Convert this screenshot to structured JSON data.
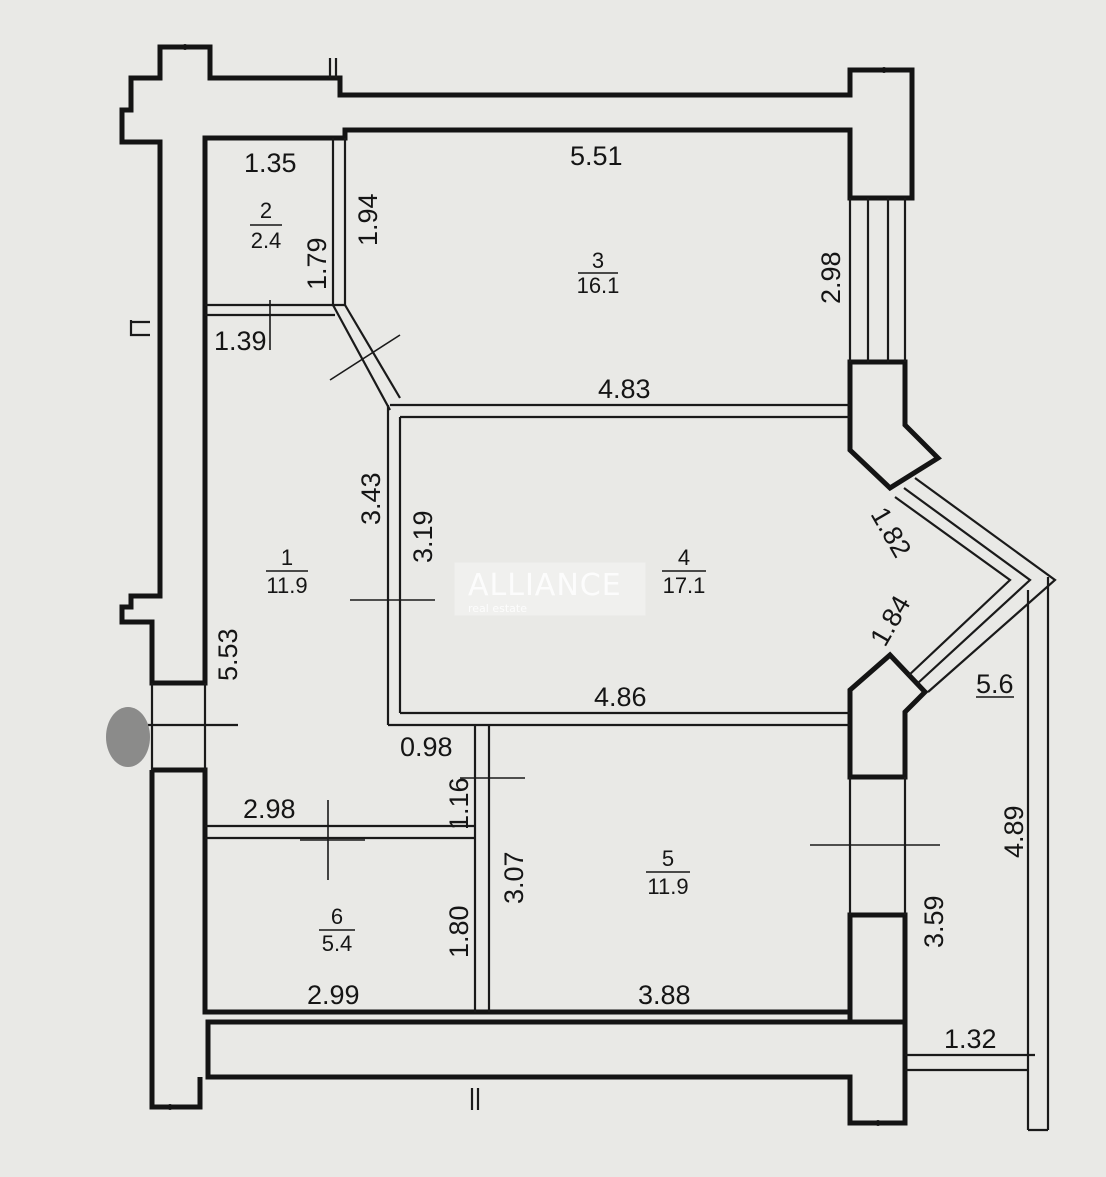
{
  "watermark": {
    "brand": "ALLIANCE",
    "tagline": "real estate"
  },
  "rooms": [
    {
      "number": "1",
      "area": "11.9"
    },
    {
      "number": "2",
      "area": "2.4"
    },
    {
      "number": "3",
      "area": "16.1"
    },
    {
      "number": "4",
      "area": "17.1"
    },
    {
      "number": "5",
      "area": "11.9"
    },
    {
      "number": "6",
      "area": "5.4"
    }
  ],
  "dimensions": {
    "d_1_35": "1.35",
    "d_5_51": "5.51",
    "d_1_94": "1.94",
    "d_1_79": "1.79",
    "d_2_98_window": "2.98",
    "d_1_39": "1.39",
    "d_4_83": "4.83",
    "d_3_43": "3.43",
    "d_3_19": "3.19",
    "d_1_82": "1.82",
    "d_1_84": "1.84",
    "d_5_6": "5.6",
    "d_5_53": "5.53",
    "d_4_86": "4.86",
    "d_0_98": "0.98",
    "d_1_16": "1.16",
    "d_2_98": "2.98",
    "d_3_07": "3.07",
    "d_4_89": "4.89",
    "d_1_80": "1.80",
    "d_3_59": "3.59",
    "d_2_99": "2.99",
    "d_3_88": "3.88",
    "d_1_32": "1.32"
  }
}
